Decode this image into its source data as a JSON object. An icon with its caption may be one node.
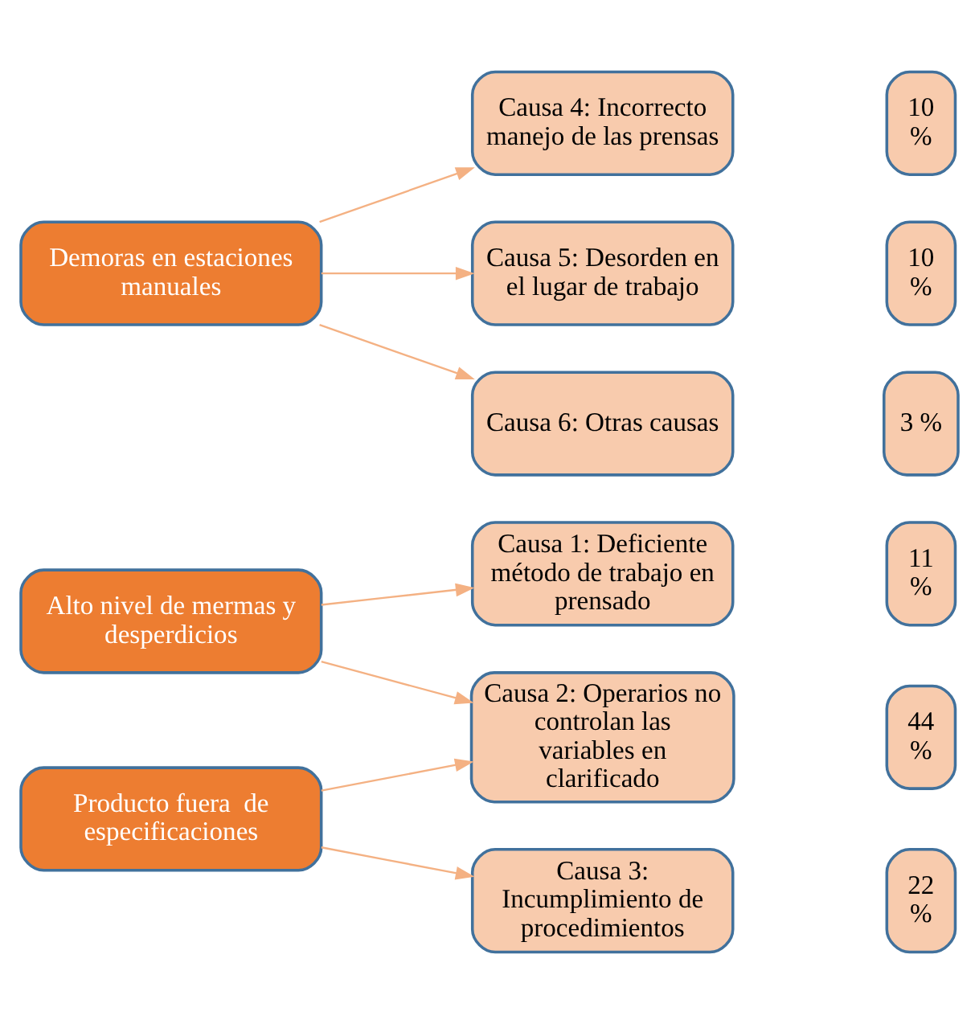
{
  "diagram": {
    "nodes": [
      {
        "text": [
          "Alto nivel de mermas y desperdicios"
        ]
      },
      {
        "text": [
          "Producto fuera  de especificaciones"
        ]
      },
      {
        "text": [
          "Demoras en estaciones manuales"
        ]
      },
      {
        "text": [
          "Causa 1: Deficiente método de trabajo en prensado"
        ]
      },
      {
        "text": [
          "11 %"
        ]
      },
      {
        "text": [
          "Causa 2: Operarios no controlan las variables en clarificado"
        ]
      },
      {
        "text": [
          "44 %"
        ]
      },
      {
        "text": [
          "Causa 3: Incumplimiento de procedimientos"
        ]
      },
      {
        "text": [
          "22 %"
        ]
      },
      {
        "text": [
          "Causa 4: Incorrecto manejo de las prensas"
        ]
      },
      {
        "text": [
          "10 %"
        ]
      },
      {
        "text": [
          "Causa 5: Desorden en el lugar de trabajo"
        ]
      },
      {
        "text": [
          "10 %"
        ]
      },
      {
        "text": [
          "Causa 6: Otras causas"
        ]
      },
      {
        "text": [
          "3 %"
        ]
      }
    ],
    "edges": [
      {
        "from": 0,
        "to": 3,
        "arrow": "to"
      },
      {
        "from": 0,
        "to": 5,
        "arrow": "to"
      },
      {
        "from": 1,
        "to": 5,
        "arrow": "to"
      },
      {
        "from": 1,
        "to": 7,
        "arrow": "to"
      },
      {
        "from": 2,
        "to": 9,
        "arrow": "to"
      },
      {
        "from": 2,
        "to": 11,
        "arrow": "to"
      },
      {
        "from": 2,
        "to": 13,
        "arrow": "to"
      }
    ]
  }
}
